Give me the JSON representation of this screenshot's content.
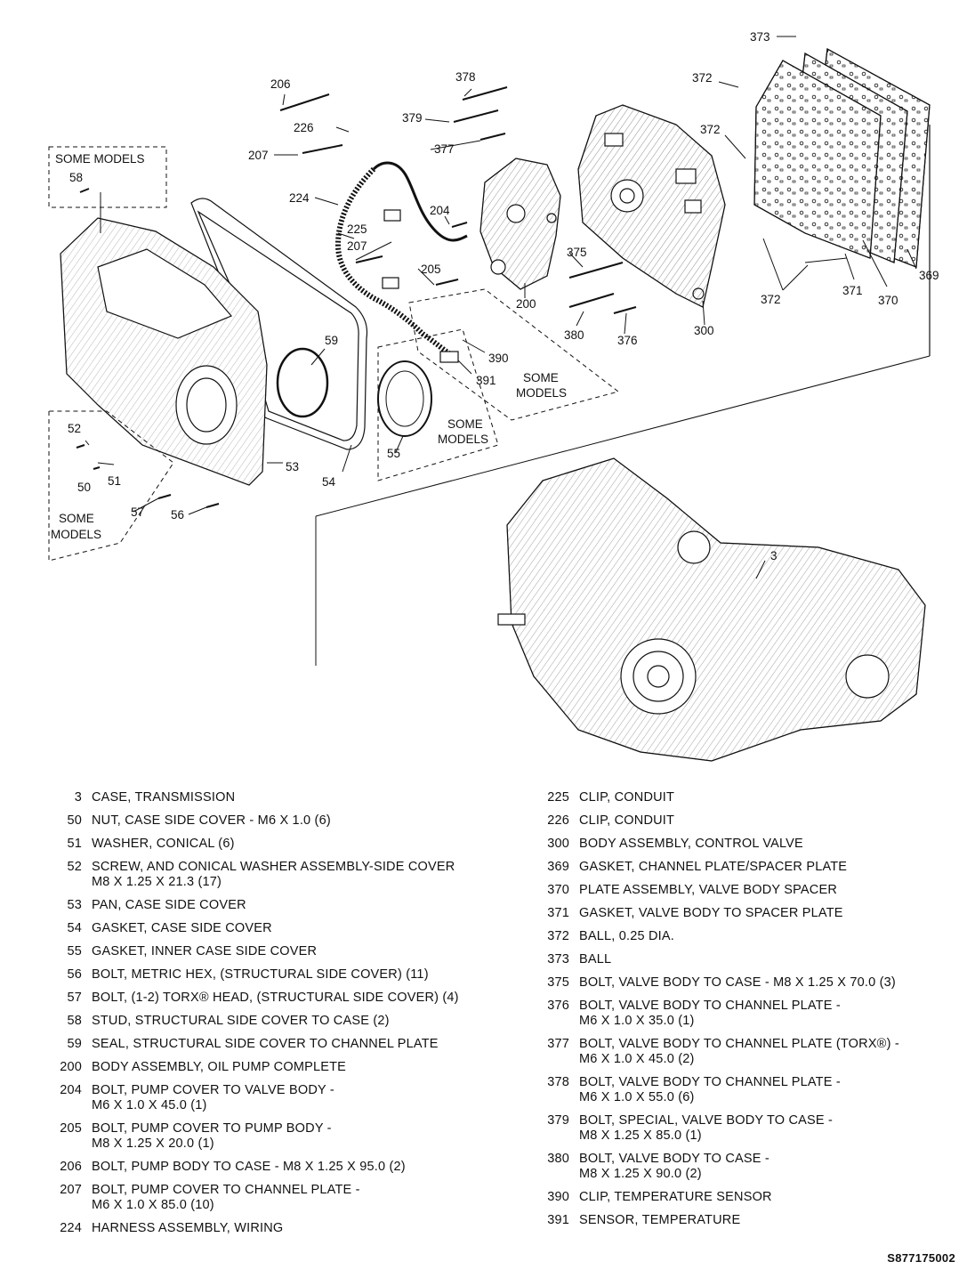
{
  "callouts": {
    "c3": "3",
    "c50": "50",
    "c51": "51",
    "c52": "52",
    "c53": "53",
    "c54": "54",
    "c55": "55",
    "c56": "56",
    "c57": "57",
    "c58": "58",
    "c59": "59",
    "c200": "200",
    "c204": "204",
    "c205": "205",
    "c206": "206",
    "c207a": "207",
    "c207b": "207",
    "c224": "224",
    "c225": "225",
    "c226": "226",
    "c300": "300",
    "c369": "369",
    "c370": "370",
    "c371": "371",
    "c372a": "372",
    "c372b": "372",
    "c372c": "372",
    "c373": "373",
    "c375": "375",
    "c376": "376",
    "c377": "377",
    "c378": "378",
    "c379": "379",
    "c380": "380",
    "c390": "390",
    "c391": "391"
  },
  "notes": {
    "some_models_1a": "SOME MODELS",
    "some_models_2a": "SOME",
    "some_models_2b": "MODELS",
    "some_models_3a": "SOME",
    "some_models_3b": "MODELS",
    "some_models_4a": "SOME",
    "some_models_4b": "MODELS"
  },
  "legend_left": [
    {
      "num": "3",
      "desc": "CASE, TRANSMISSION"
    },
    {
      "num": "50",
      "desc": "NUT, CASE SIDE COVER - M6 X 1.0 (6)"
    },
    {
      "num": "51",
      "desc": "WASHER, CONICAL (6)"
    },
    {
      "num": "52",
      "desc": "SCREW, AND CONICAL WASHER ASSEMBLY-SIDE COVER\nM8 X 1.25 X 21.3 (17)"
    },
    {
      "num": "53",
      "desc": "PAN, CASE SIDE COVER"
    },
    {
      "num": "54",
      "desc": "GASKET, CASE SIDE COVER"
    },
    {
      "num": "55",
      "desc": "GASKET, INNER CASE SIDE COVER"
    },
    {
      "num": "56",
      "desc": "BOLT, METRIC HEX, (STRUCTURAL SIDE COVER) (11)"
    },
    {
      "num": "57",
      "desc": "BOLT, (1-2) TORX® HEAD, (STRUCTURAL SIDE COVER) (4)"
    },
    {
      "num": "58",
      "desc": "STUD, STRUCTURAL SIDE COVER TO CASE (2)"
    },
    {
      "num": "59",
      "desc": "SEAL, STRUCTURAL SIDE COVER TO CHANNEL PLATE"
    },
    {
      "num": "200",
      "desc": "BODY ASSEMBLY, OIL PUMP COMPLETE"
    },
    {
      "num": "204",
      "desc": "BOLT, PUMP COVER TO VALVE BODY -\nM6 X 1.0 X 45.0  (1)"
    },
    {
      "num": "205",
      "desc": "BOLT, PUMP COVER TO PUMP BODY -\nM8 X 1.25 X 20.0 (1)"
    },
    {
      "num": "206",
      "desc": "BOLT, PUMP BODY TO CASE  - M8 X 1.25 X 95.0 (2)"
    },
    {
      "num": "207",
      "desc": "BOLT, PUMP COVER TO CHANNEL PLATE -\nM6 X 1.0 X 85.0  (10)"
    },
    {
      "num": "224",
      "desc": "HARNESS ASSEMBLY, WIRING"
    }
  ],
  "legend_right": [
    {
      "num": "225",
      "desc": "CLIP, CONDUIT"
    },
    {
      "num": "226",
      "desc": "CLIP, CONDUIT"
    },
    {
      "num": "300",
      "desc": "BODY ASSEMBLY, CONTROL VALVE"
    },
    {
      "num": "369",
      "desc": "GASKET, CHANNEL PLATE/SPACER PLATE"
    },
    {
      "num": "370",
      "desc": "PLATE ASSEMBLY, VALVE BODY SPACER"
    },
    {
      "num": "371",
      "desc": "GASKET, VALVE BODY TO SPACER PLATE"
    },
    {
      "num": "372",
      "desc": "BALL, 0.25 DIA."
    },
    {
      "num": "373",
      "desc": "BALL"
    },
    {
      "num": "375",
      "desc": "BOLT, VALVE BODY TO CASE - M8 X 1.25 X 70.0 (3)"
    },
    {
      "num": "376",
      "desc": "BOLT, VALVE BODY TO CHANNEL PLATE -\nM6 X 1.0 X 35.0  (1)"
    },
    {
      "num": "377",
      "desc": "BOLT, VALVE BODY TO CHANNEL PLATE (TORX®) -\nM6 X 1.0 X 45.0  (2)"
    },
    {
      "num": "378",
      "desc": "BOLT, VALVE BODY TO CHANNEL PLATE -\nM6 X 1.0 X 55.0  (6)"
    },
    {
      "num": "379",
      "desc": "BOLT, SPECIAL, VALVE BODY TO CASE -\nM8 X 1.25 X 85.0  (1)"
    },
    {
      "num": "380",
      "desc": "BOLT, VALVE BODY TO CASE -\nM8 X 1.25 X 90.0  (2)"
    },
    {
      "num": "390",
      "desc": "CLIP, TEMPERATURE SENSOR"
    },
    {
      "num": "391",
      "desc": "SENSOR, TEMPERATURE"
    }
  ],
  "figure_code": "S877175002"
}
